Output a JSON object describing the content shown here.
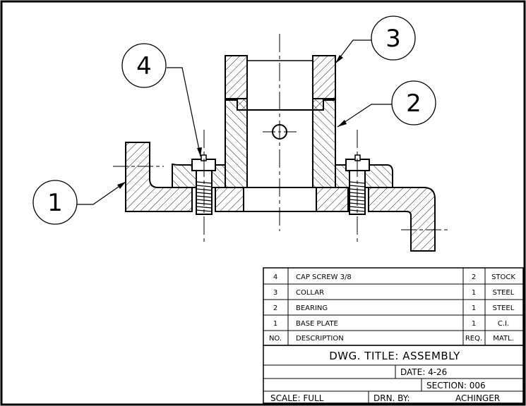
{
  "balloons": [
    {
      "label": "1"
    },
    {
      "label": "2"
    },
    {
      "label": "3"
    },
    {
      "label": "4"
    }
  ],
  "parts_list": [
    {
      "no": "4",
      "description": "CAP SCREW 3/8",
      "req": "2",
      "matl": "STOCK"
    },
    {
      "no": "3",
      "description": "COLLAR",
      "req": "1",
      "matl": "STEEL"
    },
    {
      "no": "2",
      "description": "BEARING",
      "req": "1",
      "matl": "STEEL"
    },
    {
      "no": "1",
      "description": "BASE PLATE",
      "req": "1",
      "matl": "C.I."
    }
  ],
  "parts_header": {
    "no": "NO.",
    "description": "DESCRIPTION",
    "req": "REQ.",
    "matl": "MATL."
  },
  "title_block": {
    "title": "DWG. TITLE: ASSEMBLY",
    "date": "DATE: 4-26",
    "section": "SECTION: 006",
    "scale": "SCALE: FULL",
    "drawn_by": "DRN. BY:",
    "drafter": "ACHINGER"
  }
}
